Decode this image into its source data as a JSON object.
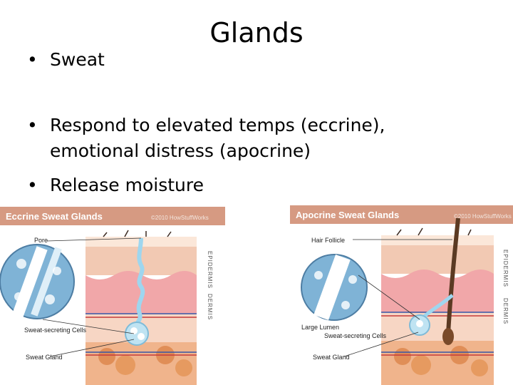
{
  "slide": {
    "title": "Glands",
    "bullets": [
      {
        "text": "Sweat"
      },
      {
        "text": "Respond to elevated temps (eccrine),"
      },
      {
        "text": "emotional distress (apocrine)"
      },
      {
        "text": "Release moisture"
      }
    ]
  },
  "eccrine_figure": {
    "title": "Eccrine Sweat Glands",
    "copyright": "©2010 HowStuffWorks",
    "labels": {
      "pore": "Pore",
      "cells": "Sweat-secreting Cells",
      "gland": "Sweat Gland",
      "epidermis": "EPIDERMIS",
      "dermis": "DERMIS"
    }
  },
  "apocrine_figure": {
    "title": "Apocrine Sweat Glands",
    "copyright": "©2010 HowStuffWorks",
    "labels": {
      "follicle": "Hair Follicle",
      "lumen": "Large Lumen",
      "cells": "Sweat-secreting Cells",
      "gland": "Sweat Gland",
      "epidermis": "EPIDERMIS",
      "dermis": "DERMIS"
    }
  },
  "colors": {
    "header": "#d69a82",
    "epidermis": "#f2c9b3",
    "dermis": "#f7d6c4",
    "fat": "#e09a63",
    "gland": "#bfe3f2"
  }
}
